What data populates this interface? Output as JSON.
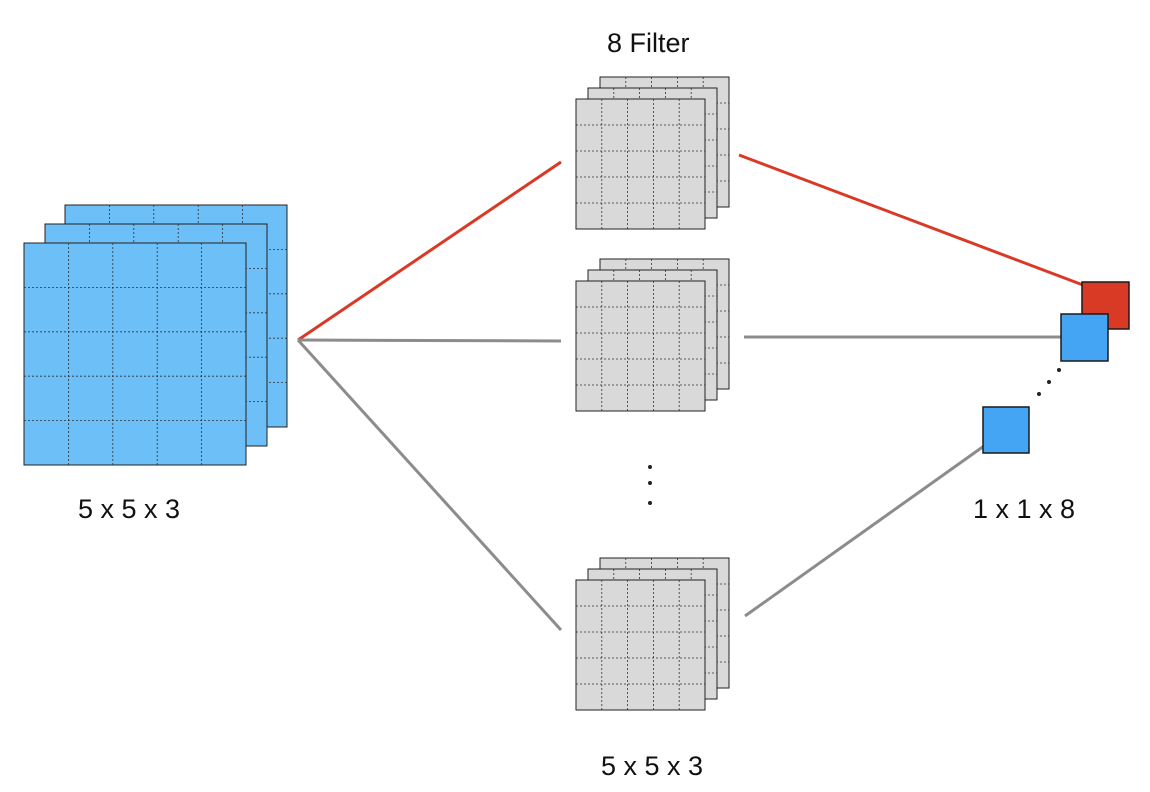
{
  "labels": {
    "input_dims": "5 x 5 x 3",
    "filter_title": "8 Filter",
    "filter_dims": "5 x 5 x 3",
    "output_dims": "1 x 1 x 8"
  },
  "colors": {
    "input_fill": "#6dbff8",
    "filter_fill": "#d9d9d9",
    "highlight_line": "#d93a26",
    "plain_line": "#8c8c8c",
    "output_highlight": "#d93a26",
    "output_other": "#45a5f5",
    "grid_line": "#333333"
  },
  "grid": {
    "rows": 5,
    "cols": 5
  },
  "structure": {
    "input_channels": 3,
    "filters_shown": 3,
    "filter_channels": 3,
    "output_cells_shown": 3
  }
}
